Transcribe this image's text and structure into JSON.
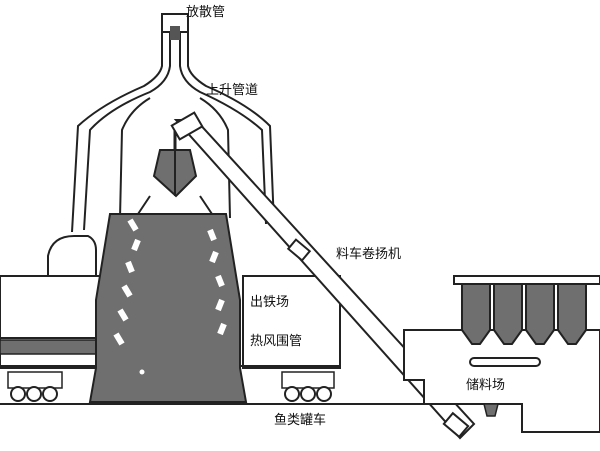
{
  "labels": {
    "vent_pipe": "放散管",
    "riser_pipe": "上升管道",
    "skip_hoist": "料车卷扬机",
    "tap_house": "出铁场",
    "bustle_pipe": "热风围管",
    "storage_yard": "储料场",
    "torpedo_car": "鱼类罐车"
  },
  "colors": {
    "furnace": "#6f6f6f",
    "furnace_dark": "#555555",
    "outline": "#222222",
    "panel": "#ffffff",
    "background": "#ffffff"
  }
}
